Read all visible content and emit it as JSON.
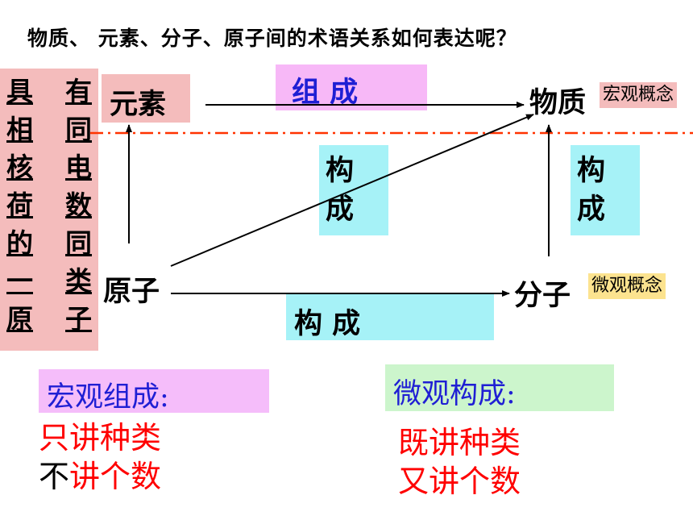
{
  "title": "物质、 元素、分子、原子间的术语关系如何表达呢？",
  "side_rows": [
    [
      "具",
      "有"
    ],
    [
      "相",
      "同"
    ],
    [
      "核",
      "电"
    ],
    [
      "荷",
      "数"
    ],
    [
      "的",
      "同"
    ],
    [
      "一",
      "类"
    ],
    [
      "原",
      "子"
    ]
  ],
  "nodes": {
    "element": "元素",
    "matter": "物质",
    "atom": "原子",
    "molecule": "分子"
  },
  "tags": {
    "macro_concept": "宏观概念",
    "micro_concept": "微观概念"
  },
  "relations": {
    "compose_top": "组 成",
    "constitute_mid_1": "构",
    "constitute_mid_2": "成",
    "constitute_right_1": "构",
    "constitute_right_2": "成",
    "constitute_bottom": "构 成"
  },
  "bottom": {
    "macro_label": "宏观组成:",
    "macro_line1": "只讲种类",
    "macro_line2_black": "不",
    "macro_line2_red": "讲个数",
    "micro_label": "微观构成:",
    "micro_line1": "既讲种类",
    "micro_line2": "又讲个数"
  },
  "colors": {
    "pink_box": "#f4bcbc",
    "magenta_box": "#f7b8f7",
    "cyan_box": "#a6f2f7",
    "yellow_box": "#fce38f",
    "lavender_box": "#f5bdfa",
    "mint_box": "#ccf5cc",
    "red_text": "#ff0000",
    "blue_text": "#1f1fd4",
    "dashed_line": "#ff3300"
  }
}
